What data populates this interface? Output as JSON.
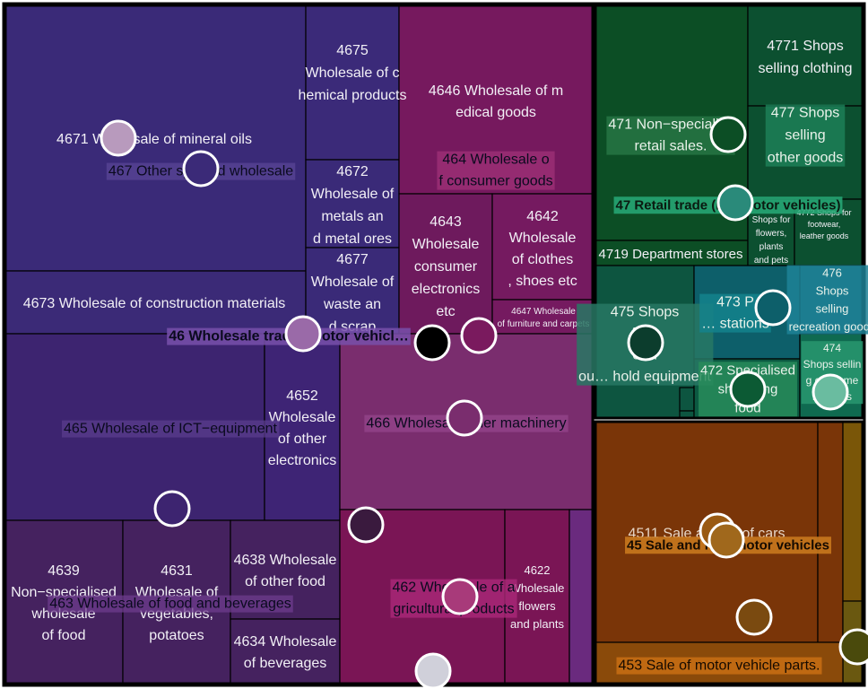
{
  "chart_data": {
    "type": "treemap",
    "title": "",
    "colors": {
      "45": "#7a3508",
      "46": "#3c2a78",
      "47": "#0a5a2e"
    },
    "groups": [
      {
        "code": "46",
        "label": "46 Wholesale trade, except of motor vehicles",
        "shown_label": "46 Wholesale trad… motor vehicl…",
        "subgroups": [
          {
            "code": "467",
            "label": "467 Other specialised wholesale",
            "shown_label": "467 Other sp… ed wholesale",
            "leaves": [
              {
                "code": "4671",
                "label": "4671 Wholesale of mineral oils"
              },
              {
                "code": "4673",
                "label": "4673 Wholesale of construction materials"
              },
              {
                "code": "4675",
                "label": "4675 Wholesale of chemical products"
              },
              {
                "code": "4672",
                "label": "4672 Wholesale of metals and metal ores"
              },
              {
                "code": "4677",
                "label": "4677 Wholesale of waste and scrap"
              }
            ]
          },
          {
            "code": "464",
            "label": "464 Wholesale of consumer goods",
            "leaves": [
              {
                "code": "4646",
                "label": "4646 Wholesale of medical goods"
              },
              {
                "code": "4643",
                "label": "4643 Wholesale consumer electronics etc"
              },
              {
                "code": "4642",
                "label": "4642 Wholesale of clothes, shoes etc"
              },
              {
                "code": "4647",
                "label": "4647 Wholesale of furniture and carpets"
              }
            ]
          },
          {
            "code": "465",
            "label": "465 Wholesale of ICT−equipment",
            "leaves": [
              {
                "code": "4652",
                "label": "4652 Wholesale of other electronics"
              }
            ]
          },
          {
            "code": "466",
            "label": "466 Wholesale of other machinery",
            "shown_label": "466 Wholesal… ther machinery",
            "leaves": []
          },
          {
            "code": "463",
            "label": "463 Wholesale of food and beverages",
            "leaves": [
              {
                "code": "4639",
                "label": "4639 Non−specialised wholesale of food"
              },
              {
                "code": "4631",
                "label": "4631 Wholesale of vegetables, potatoes"
              },
              {
                "code": "4638",
                "label": "4638 Wholesale of other food"
              },
              {
                "code": "4634",
                "label": "4634 Wholesale of beverages"
              }
            ]
          },
          {
            "code": "462",
            "label": "462 Wholesale of agricultural products",
            "leaves": [
              {
                "code": "4622",
                "label": "4622 Wholesale flowers and plants"
              }
            ]
          }
        ]
      },
      {
        "code": "47",
        "label": "47 Retail trade (not motor vehicles)",
        "shown_label": "47 Retail trade (n… motor vehicles)",
        "subgroups": [
          {
            "code": "471",
            "label": "471 Non−specialised retail sales.",
            "shown_label": "471 Non−speciali… retail sales.",
            "leaves": [
              {
                "code": "4719",
                "label": "4719 Department stores"
              }
            ]
          },
          {
            "code": "477",
            "label": "477 Shops selling other goods",
            "leaves": [
              {
                "code": "4771",
                "label": "4771 Shops selling clothing"
              },
              {
                "code": "4776",
                "label": "Shops for flowers, plants and pets"
              },
              {
                "code": "4772",
                "label": "4772 Shops for footwear, leather goods"
              }
            ]
          },
          {
            "code": "475",
            "label": "475 Shops for other household equipment",
            "shown_label": "475 Shops fo… er hou… hold equipment",
            "leaves": []
          },
          {
            "code": "473",
            "label": "473 Petrol stations",
            "shown_label": "473 P… stations",
            "leaves": []
          },
          {
            "code": "476",
            "label": "476 Shops selling recreation goods",
            "leaves": []
          },
          {
            "code": "472",
            "label": "472 Specialised shops selling food",
            "shown_label": "472 Specialised sho… ling food",
            "leaves": []
          },
          {
            "code": "474",
            "label": "474 Shops selling consumer electronics",
            "shown_label": "474 Shops selling consumer e… ics",
            "leaves": []
          }
        ]
      },
      {
        "code": "45",
        "label": "45 Sale and repair of motor vehicles",
        "shown_label": "45 Sale and re… motor vehicles",
        "subgroups": [
          {
            "code": "451",
            "label": "4511 Sale and repair of cars",
            "shown_label": "4511 Sale an… ir of cars",
            "leaves": []
          },
          {
            "code": "453",
            "label": "453 Sale of motor vehicle parts.",
            "leaves": []
          }
        ]
      }
    ]
  }
}
